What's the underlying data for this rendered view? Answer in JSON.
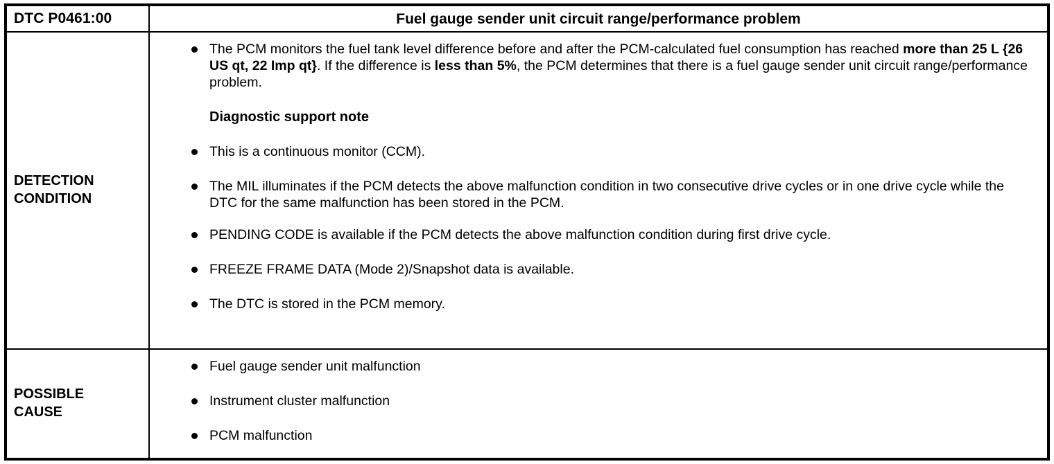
{
  "header": {
    "dtc_code": "DTC P0461:00",
    "title": "Fuel gauge sender unit circuit range/performance problem"
  },
  "detection": {
    "label": "DETECTION\nCONDITION",
    "note_heading": "Diagnostic support note",
    "paragraph": {
      "part1": "The PCM monitors the fuel tank level difference before and after the PCM-calculated fuel consumption has reached ",
      "bold1": "more than 25 L {26 US qt, 22 Imp qt}",
      "part2": ". If the difference is ",
      "bold2": "less than 5%",
      "part3": ", the PCM determines that there is a fuel gauge sender unit circuit range/performance problem."
    },
    "bullets": [
      "This is a continuous monitor (CCM).",
      "The MIL illuminates if the PCM detects the above malfunction condition in two consecutive drive cycles or in one drive cycle while the DTC for the same malfunction has been stored in the PCM.",
      "PENDING CODE is available if the PCM detects the above malfunction condition during first drive cycle.",
      "FREEZE FRAME DATA (Mode 2)/Snapshot data is available.",
      "The DTC is stored in the PCM memory."
    ]
  },
  "possible_cause": {
    "label": "POSSIBLE\nCAUSE",
    "bullets": [
      "Fuel gauge sender unit malfunction",
      "Instrument cluster malfunction",
      "PCM malfunction"
    ]
  },
  "colors": {
    "border": "#000000",
    "text": "#000000",
    "background": "#ffffff"
  }
}
